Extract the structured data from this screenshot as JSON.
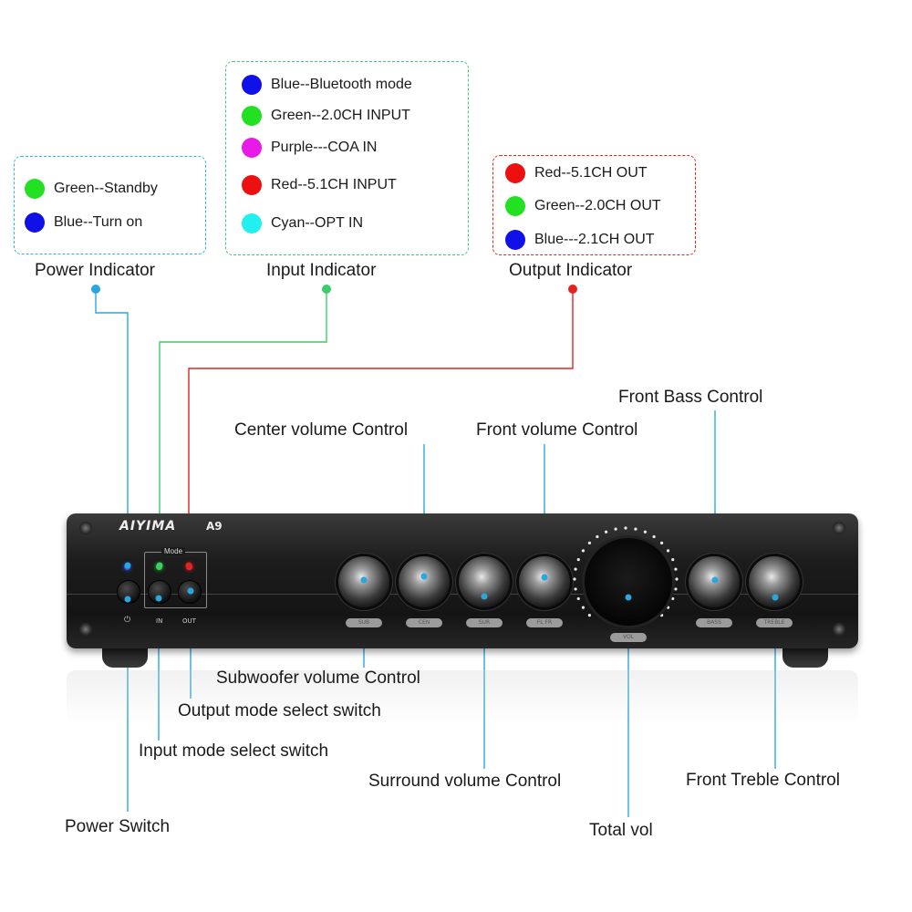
{
  "power_indicator": {
    "heading": "Power Indicator",
    "border_color": "#29b6e8",
    "items": [
      {
        "label": "Green--Standby",
        "color": "#22e022"
      },
      {
        "label": "Blue--Turn on",
        "color": "#1010e8"
      }
    ]
  },
  "input_indicator": {
    "heading": "Input Indicator",
    "border_color": "#3ccc6a",
    "items": [
      {
        "label": "Blue--Bluetooth mode",
        "color": "#1010e8"
      },
      {
        "label": "Green--2.0CH INPUT",
        "color": "#22e022"
      },
      {
        "label": "Purple---COA IN",
        "color": "#e81ae8"
      },
      {
        "label": "Red--5.1CH INPUT",
        "color": "#ee1010"
      },
      {
        "label": "Cyan--OPT IN",
        "color": "#22f0f0"
      }
    ]
  },
  "output_indicator": {
    "heading": "Output Indicator",
    "border_color": "#e52222",
    "items": [
      {
        "label": "Red--5.1CH OUT",
        "color": "#ee1010"
      },
      {
        "label": "Green--2.0CH OUT",
        "color": "#22e022"
      },
      {
        "label": "Blue---2.1CH OUT",
        "color": "#1010e8"
      }
    ]
  },
  "callouts": {
    "front_bass": "Front  Bass Control",
    "center_volume": "Center volume Control",
    "front_volume": "Front volume Control",
    "subwoofer_volume": "Subwoofer volume Control",
    "output_mode_switch": "Output mode select switch",
    "input_mode_switch": "Input mode select switch",
    "surround_volume": "Surround volume Control",
    "front_treble": "Front Treble Control",
    "power_switch": "Power Switch",
    "total_vol": "Total vol"
  },
  "device": {
    "brand": "AIYIMA",
    "model": "A9",
    "mode_label": "Mode",
    "button_labels": {
      "in": "IN",
      "out": "OUT"
    },
    "knob_labels": [
      "SUB",
      "CEN",
      "SUR",
      "FL FR",
      "VOL",
      "BASS",
      "TREBLE"
    ]
  },
  "wire_colors": {
    "blue": "#29a8e0",
    "green": "#3ccc6a",
    "red": "#e52222"
  }
}
